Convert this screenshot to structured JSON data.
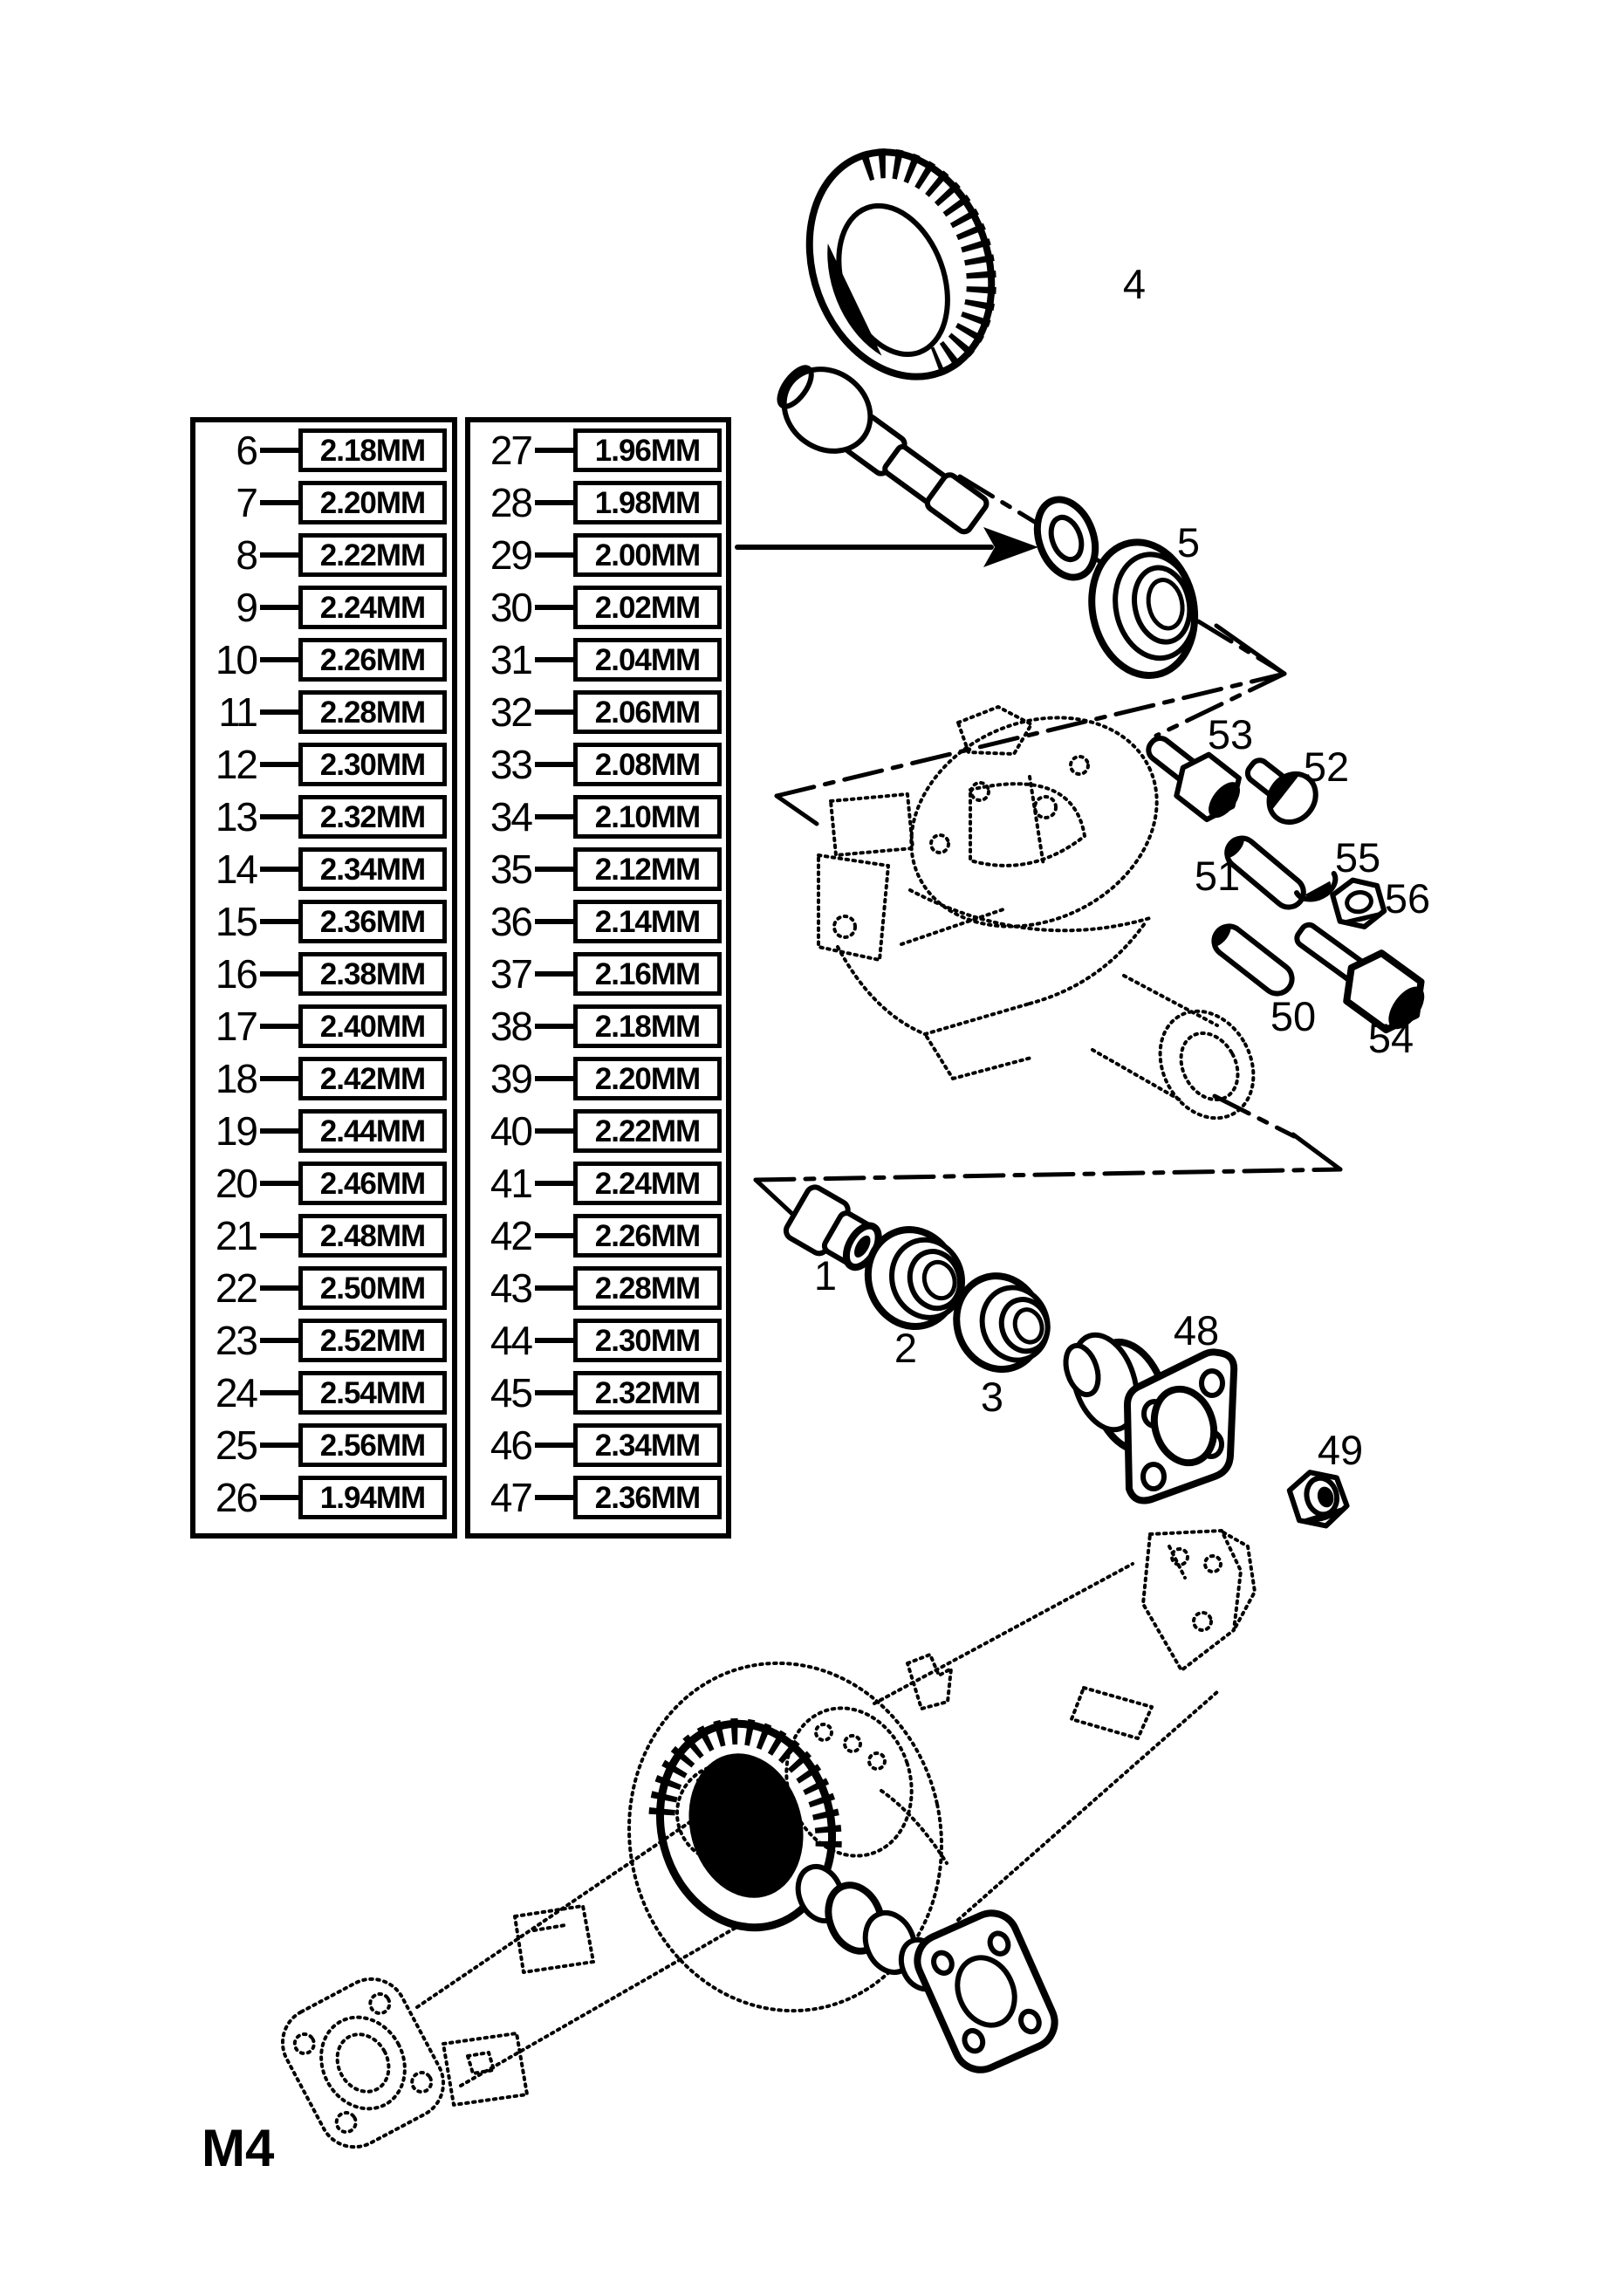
{
  "page": {
    "figure_code": "M4",
    "background": "#ffffff",
    "ink": "#000000"
  },
  "shim_tables": {
    "unit": "MM",
    "left_column": {
      "rows": [
        {
          "ref": "6",
          "value": "2.18MM"
        },
        {
          "ref": "7",
          "value": "2.20MM"
        },
        {
          "ref": "8",
          "value": "2.22MM"
        },
        {
          "ref": "9",
          "value": "2.24MM"
        },
        {
          "ref": "10",
          "value": "2.26MM"
        },
        {
          "ref": "11",
          "value": "2.28MM"
        },
        {
          "ref": "12",
          "value": "2.30MM"
        },
        {
          "ref": "13",
          "value": "2.32MM"
        },
        {
          "ref": "14",
          "value": "2.34MM"
        },
        {
          "ref": "15",
          "value": "2.36MM"
        },
        {
          "ref": "16",
          "value": "2.38MM"
        },
        {
          "ref": "17",
          "value": "2.40MM"
        },
        {
          "ref": "18",
          "value": "2.42MM"
        },
        {
          "ref": "19",
          "value": "2.44MM"
        },
        {
          "ref": "20",
          "value": "2.46MM"
        },
        {
          "ref": "21",
          "value": "2.48MM"
        },
        {
          "ref": "22",
          "value": "2.50MM"
        },
        {
          "ref": "23",
          "value": "2.52MM"
        },
        {
          "ref": "24",
          "value": "2.54MM"
        },
        {
          "ref": "25",
          "value": "2.56MM"
        },
        {
          "ref": "26",
          "value": "1.94MM"
        }
      ]
    },
    "right_column": {
      "rows": [
        {
          "ref": "27",
          "value": "1.96MM"
        },
        {
          "ref": "28",
          "value": "1.98MM"
        },
        {
          "ref": "29",
          "value": "2.00MM"
        },
        {
          "ref": "30",
          "value": "2.02MM"
        },
        {
          "ref": "31",
          "value": "2.04MM"
        },
        {
          "ref": "32",
          "value": "2.06MM"
        },
        {
          "ref": "33",
          "value": "2.08MM"
        },
        {
          "ref": "34",
          "value": "2.10MM"
        },
        {
          "ref": "35",
          "value": "2.12MM"
        },
        {
          "ref": "36",
          "value": "2.14MM"
        },
        {
          "ref": "37",
          "value": "2.16MM"
        },
        {
          "ref": "38",
          "value": "2.18MM"
        },
        {
          "ref": "39",
          "value": "2.20MM"
        },
        {
          "ref": "40",
          "value": "2.22MM"
        },
        {
          "ref": "41",
          "value": "2.24MM"
        },
        {
          "ref": "42",
          "value": "2.26MM"
        },
        {
          "ref": "43",
          "value": "2.28MM"
        },
        {
          "ref": "44",
          "value": "2.30MM"
        },
        {
          "ref": "45",
          "value": "2.32MM"
        },
        {
          "ref": "46",
          "value": "2.34MM"
        },
        {
          "ref": "47",
          "value": "2.36MM"
        }
      ]
    }
  },
  "callouts": {
    "c1": "1",
    "c2": "2",
    "c3": "3",
    "c4": "4",
    "c5": "5",
    "c48": "48",
    "c49": "49",
    "c50": "50",
    "c51": "51",
    "c52": "52",
    "c53": "53",
    "c54": "54",
    "c55": "55",
    "c56": "56"
  }
}
